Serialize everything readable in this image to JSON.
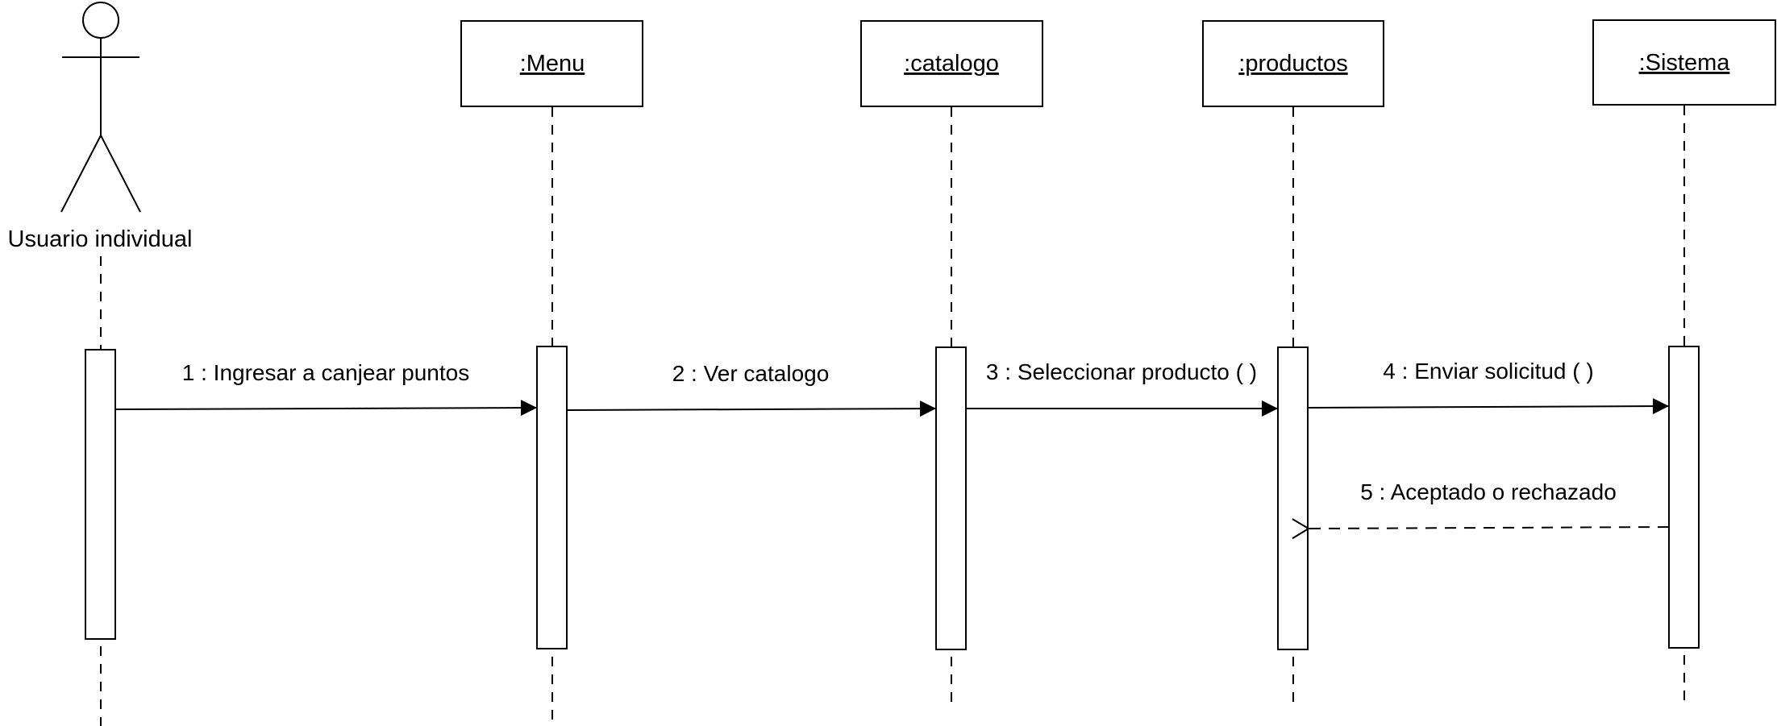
{
  "diagram": {
    "actor": {
      "name": "Usuario individual"
    },
    "objects": [
      {
        "id": "menu",
        "label": ":Menu"
      },
      {
        "id": "catalogo",
        "label": ":catalogo"
      },
      {
        "id": "productos",
        "label": ":productos"
      },
      {
        "id": "sistema",
        "label": ":Sistema"
      }
    ],
    "messages": [
      {
        "label": "1 : Ingresar a canjear puntos",
        "from": "actor",
        "to": "menu",
        "kind": "sync"
      },
      {
        "label": "2 : Ver catalogo",
        "from": "menu",
        "to": "catalogo",
        "kind": "sync"
      },
      {
        "label": "3 : Seleccionar producto ( )",
        "from": "catalogo",
        "to": "productos",
        "kind": "sync"
      },
      {
        "label": "4 : Enviar solicitud ( )",
        "from": "productos",
        "to": "sistema",
        "kind": "sync"
      },
      {
        "label": "5 : Aceptado o rechazado",
        "from": "sistema",
        "to": "productos",
        "kind": "return"
      }
    ]
  }
}
